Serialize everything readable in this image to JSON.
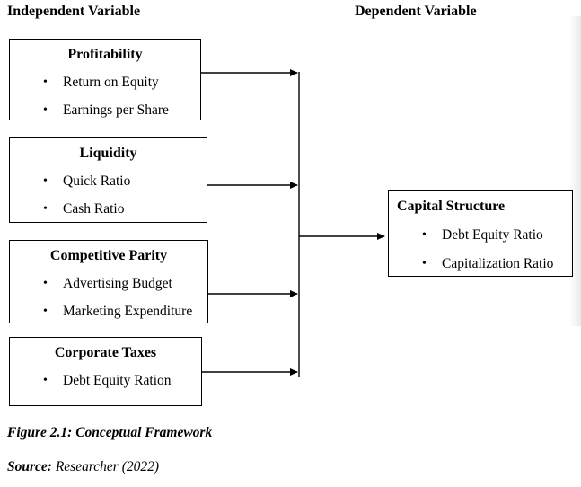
{
  "page": {
    "background": "#ffffff",
    "line_color": "#000000"
  },
  "headers": {
    "independent": "Independent Variable",
    "dependent": "Dependent Variable"
  },
  "bullet_glyph": "•",
  "independent_boxes": [
    {
      "title": "Profitability",
      "items": [
        "Return on Equity",
        "Earnings per Share"
      ]
    },
    {
      "title": "Liquidity",
      "items": [
        "Quick Ratio",
        "Cash Ratio"
      ]
    },
    {
      "title": "Competitive Parity",
      "items": [
        "Advertising Budget",
        "Marketing Expenditure"
      ]
    },
    {
      "title": "Corporate Taxes",
      "items": [
        "Debt Equity Ration"
      ]
    }
  ],
  "dependent_box": {
    "title": "Capital Structure",
    "items": [
      "Debt Equity Ratio",
      "Capitalization Ratio"
    ]
  },
  "connections": [
    {
      "from": "profitability-box",
      "to": "junction-line"
    },
    {
      "from": "liquidity-box",
      "to": "junction-line"
    },
    {
      "from": "competitive-parity-box",
      "to": "junction-line"
    },
    {
      "from": "corporate-taxes-box",
      "to": "junction-line"
    },
    {
      "from": "junction-line",
      "to": "capital-structure-box"
    }
  ],
  "caption": {
    "figure": "Figure 2.1: Conceptual Framework",
    "source_label": "Source:",
    "source_value": " Researcher (2022)"
  }
}
